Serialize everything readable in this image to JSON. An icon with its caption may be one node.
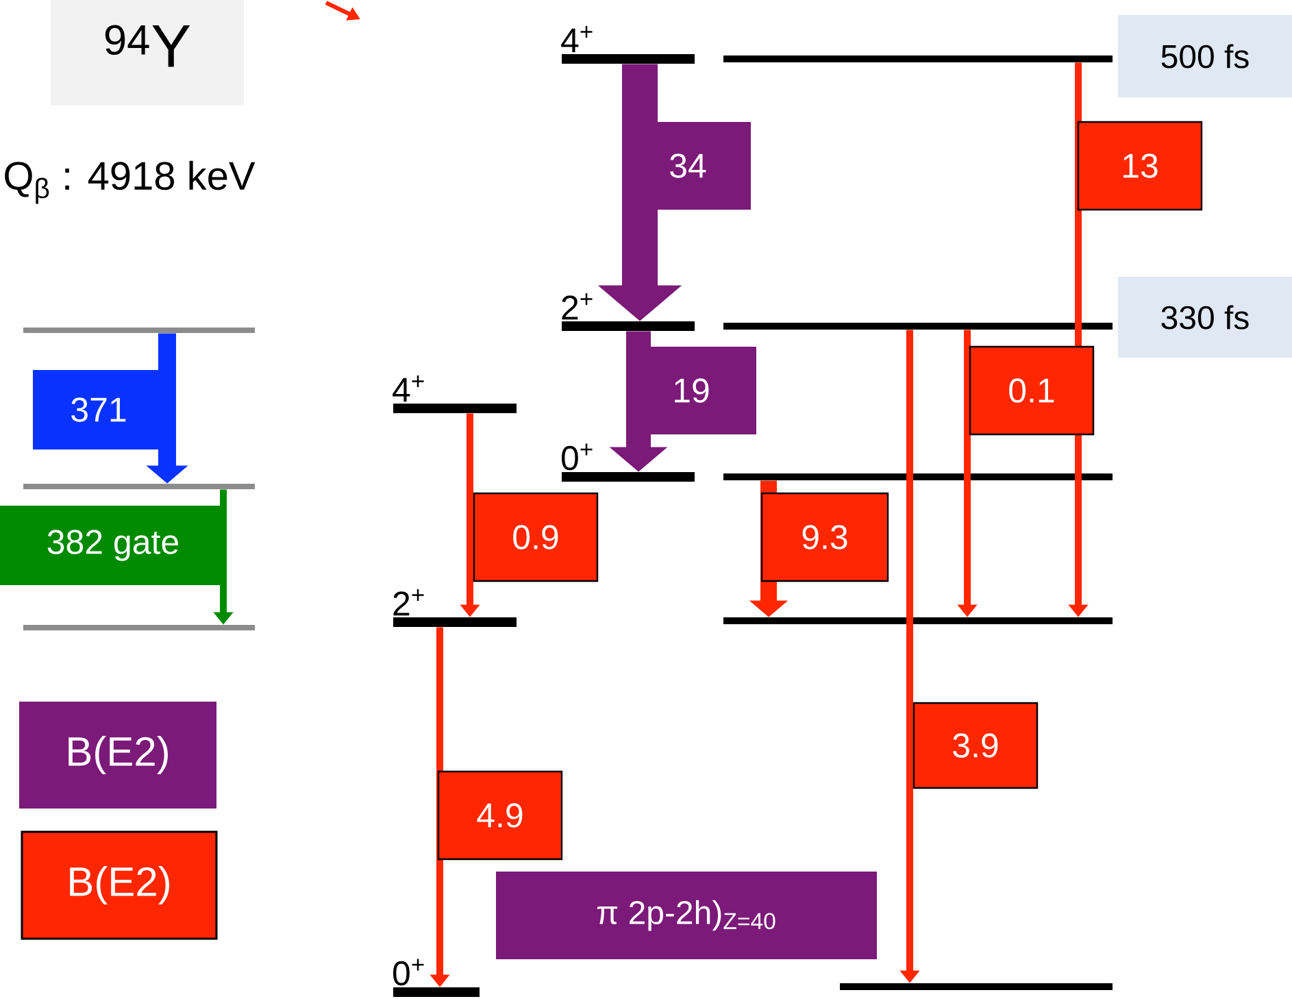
{
  "diagram": {
    "nodes": [
      {
        "text": [
          "$^{94}$Y"
        ]
      },
      {
        "text": [],
        "shape": "bar"
      },
      {
        "text": [],
        "shape": "bar"
      },
      {
        "text": [],
        "shape": "bar"
      },
      {
        "text": [
          "4$^{+}$"
        ]
      },
      {
        "text": [
          "2$^{+}$"
        ]
      },
      {
        "text": [
          "0$^{+}$"
        ]
      },
      {
        "text": [
          "4$^{+}$"
        ]
      },
      {
        "text": [
          "2$^{+}$"
        ]
      },
      {
        "text": [
          "0$^{+}$"
        ]
      },
      {
        "text": [],
        "shape": "bar",
        "beside": [
          "500 fs"
        ]
      },
      {
        "text": [],
        "shape": "bar",
        "beside": [
          "330 fs"
        ]
      },
      {
        "text": [],
        "shape": "bar"
      },
      {
        "text": [],
        "shape": "bar"
      },
      {
        "text": [],
        "shape": "bar"
      },
      {
        "text": [
          "π 2p-2h)$_{Z=40}$"
        ]
      }
    ],
    "edges": [
      {
        "from": 1,
        "to": 2,
        "arrow": "to",
        "label": "371",
        "style": "thick",
        "color": "#0a32ff"
      },
      {
        "from": 2,
        "to": 3,
        "arrow": "to",
        "label": "382 gate",
        "color": "#008a00"
      },
      {
        "from": 4,
        "to": 5,
        "arrow": "to",
        "label": "34",
        "style": "thick",
        "color": "#7b1a78"
      },
      {
        "from": 5,
        "to": 6,
        "arrow": "to",
        "label": "19",
        "style": "thick",
        "color": "#7b1a78"
      },
      {
        "from": 7,
        "to": 8,
        "arrow": "to",
        "label": "0.9"
      },
      {
        "from": 8,
        "to": 9,
        "arrow": "to",
        "label": "4.9"
      },
      {
        "from": 10,
        "to": 13,
        "arrow": "to",
        "label": "13"
      },
      {
        "from": 11,
        "to": 13,
        "arrow": "to",
        "label": "0.1"
      },
      {
        "from": 11,
        "to": 14,
        "arrow": "to",
        "label": "3.9"
      },
      {
        "from": 12,
        "to": 13,
        "arrow": "to",
        "label": "9.3",
        "style": "thick"
      }
    ],
    "labels": [
      "Q$_{β}$ : 4918 keV"
    ],
    "legend": [
      {
        "text": "B(E2)",
        "color": "#7b1a78"
      },
      {
        "text": "B(E2)",
        "color": "#ff2600"
      }
    ]
  }
}
